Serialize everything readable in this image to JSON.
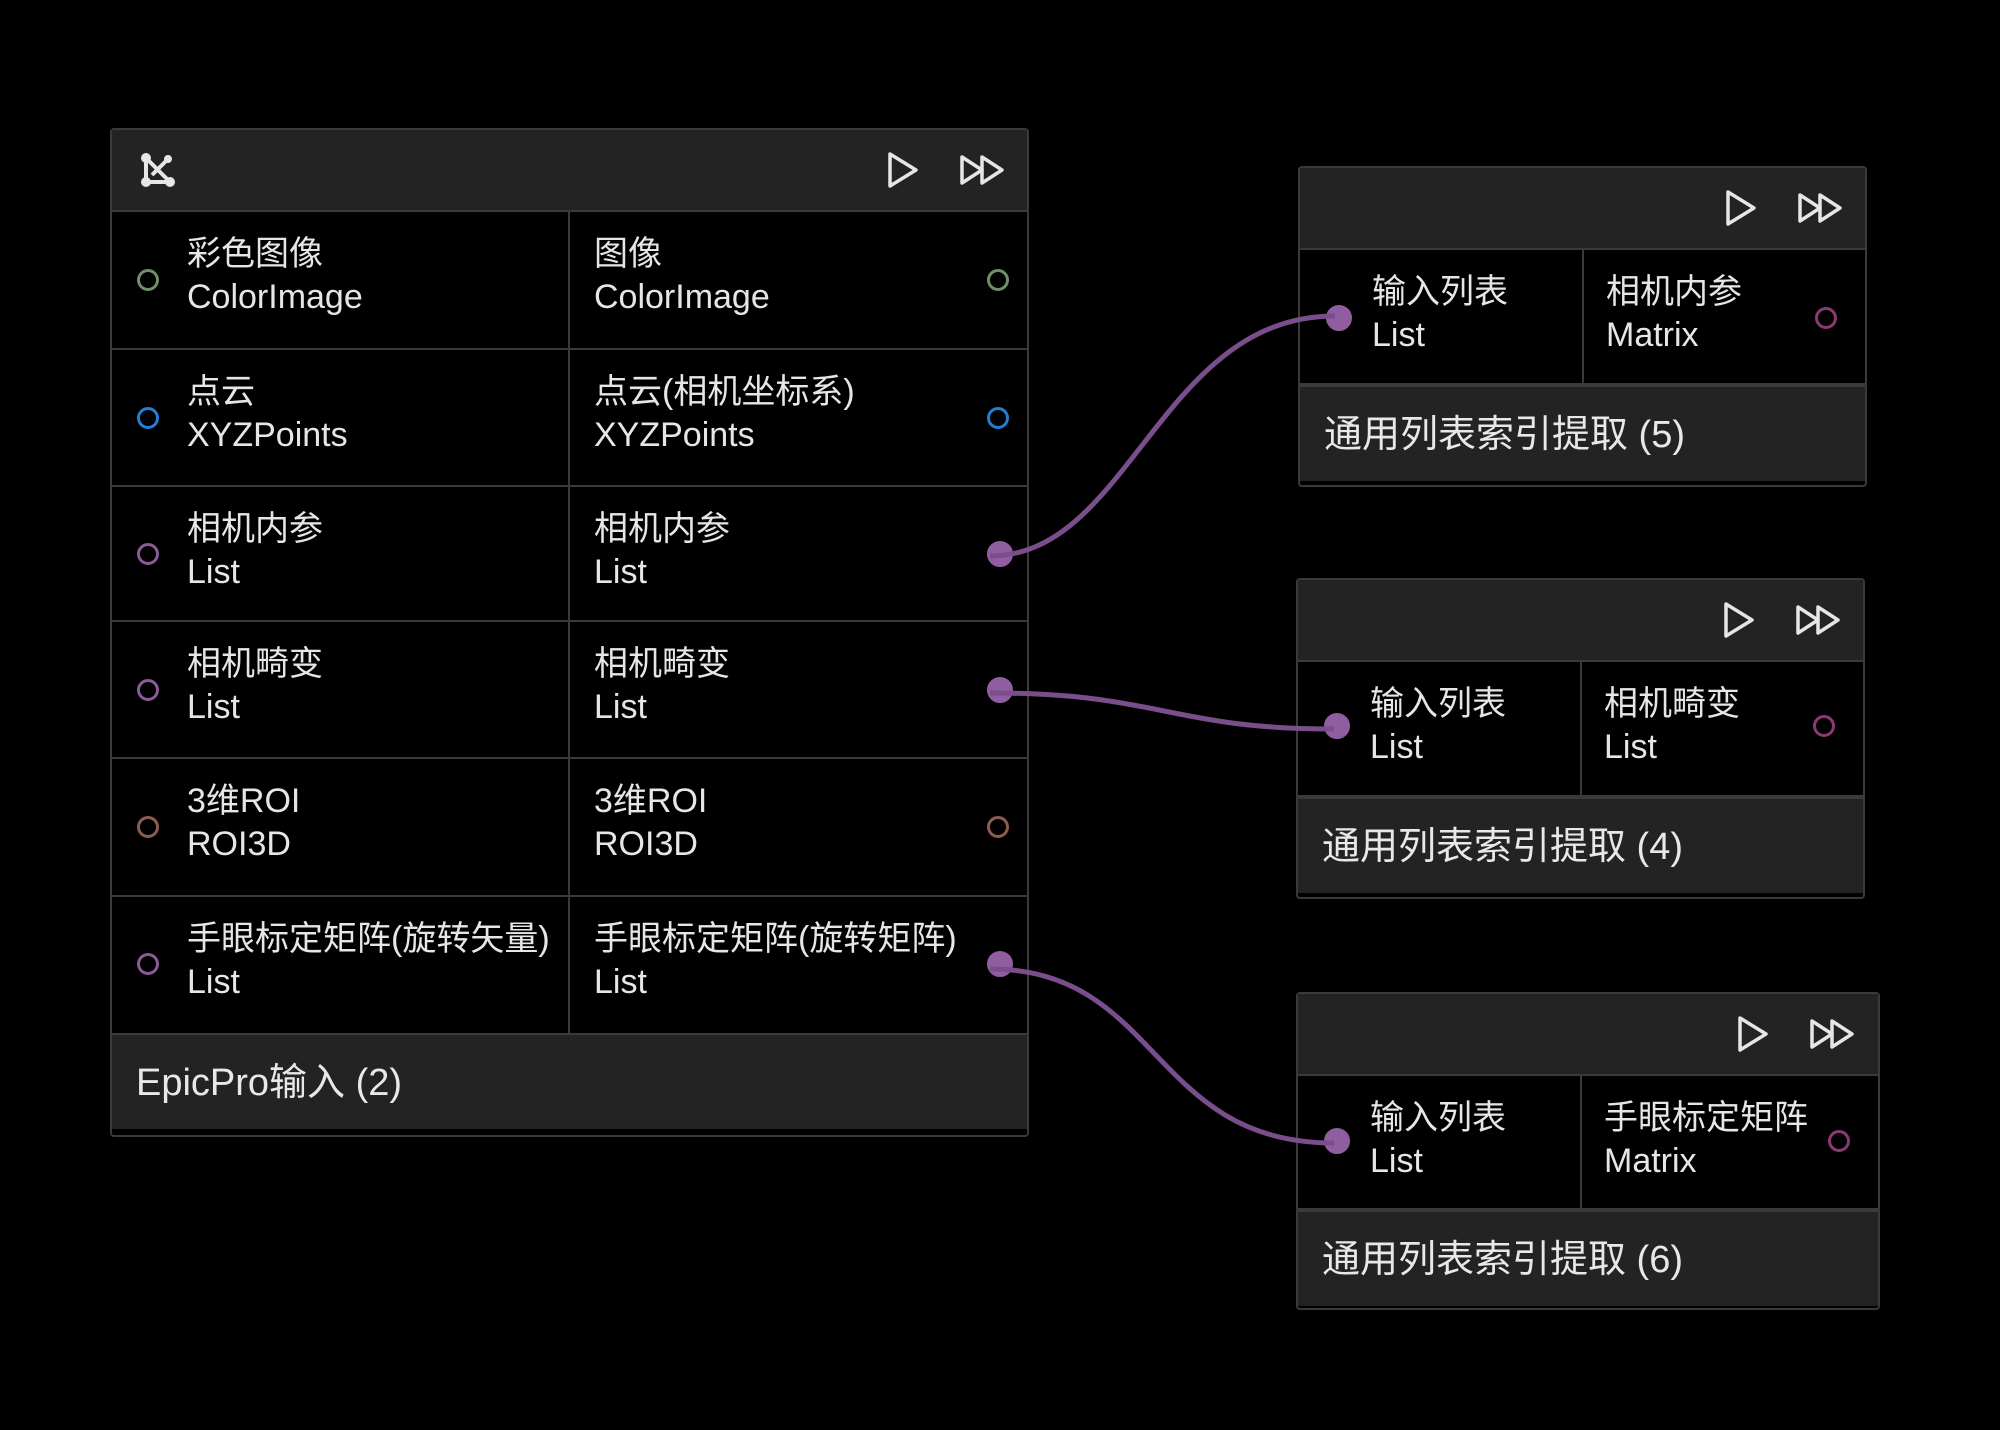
{
  "colors": {
    "green_port": "#6f8f6a",
    "blue_port": "#1f7fd2",
    "purple_port": "#8a5a96",
    "purple_fill": "#8f5da0",
    "brown_port": "#8e5c4e",
    "wire": "#7a4e8a"
  },
  "main_node": {
    "header_icons": [
      "graph-node-icon",
      "run-icon",
      "run-all-icon"
    ],
    "rows": [
      {
        "in_name": "彩色图像",
        "in_type": "ColorImage",
        "out_name": "图像",
        "out_type": "ColorImage",
        "color": "green",
        "out_connected": false
      },
      {
        "in_name": "点云",
        "in_type": "XYZPoints",
        "out_name": "点云(相机坐标系)",
        "out_type": "XYZPoints",
        "color": "blue",
        "out_connected": false
      },
      {
        "in_name": "相机内参",
        "in_type": "List",
        "out_name": "相机内参",
        "out_type": "List",
        "color": "purple",
        "out_connected": true
      },
      {
        "in_name": "相机畸变",
        "in_type": "List",
        "out_name": "相机畸变",
        "out_type": "List",
        "color": "purple",
        "out_connected": true
      },
      {
        "in_name": "3维ROI",
        "in_type": "ROI3D",
        "out_name": "3维ROI",
        "out_type": "ROI3D",
        "color": "brown",
        "out_connected": false
      },
      {
        "in_name": "手眼标定矩阵(旋转矢量)",
        "in_type": "List",
        "out_name": "手眼标定矩阵(旋转矩阵)",
        "out_type": "List",
        "color": "purple",
        "out_connected": true
      }
    ],
    "title": "EpicPro输入 (2)"
  },
  "side_nodes": [
    {
      "in_name": "输入列表",
      "in_type": "List",
      "out_name": "相机内参",
      "out_type": "Matrix",
      "title": "通用列表索引提取 (5)"
    },
    {
      "in_name": "输入列表",
      "in_type": "List",
      "out_name": "相机畸变",
      "out_type": "List",
      "title": "通用列表索引提取 (4)"
    },
    {
      "in_name": "输入列表",
      "in_type": "List",
      "out_name": "手眼标定矩阵",
      "out_type": "Matrix",
      "title": "通用列表索引提取 (6)"
    }
  ]
}
